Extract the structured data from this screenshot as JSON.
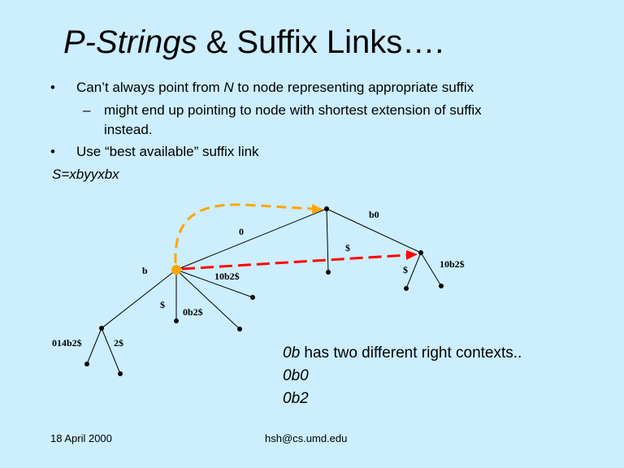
{
  "title": {
    "italic": "P-Strings",
    "rest": " & Suffix Links…."
  },
  "bullets": [
    {
      "bullet": "•",
      "pre": "Can’t always point from ",
      "italic": "N",
      "post": " to node representing appropriate suffix"
    },
    {
      "bullet": "–",
      "line1": "might end up pointing to node with shortest extension of suffix",
      "line2": "instead."
    },
    {
      "bullet": "•",
      "text": "Use “best available” suffix link"
    }
  ],
  "string": "S=xbyyxbx",
  "tree_labels": {
    "b": "b",
    "zero": "0",
    "b0": "b0",
    "dollar_mid": "$",
    "dollar_right": "$",
    "right_10b2": "10b2$",
    "mid_10b2": "10b2$",
    "dollar_left": "$",
    "zero_b2": "0b2$",
    "leaf_014b2": "014b2$",
    "leaf_2": "2$"
  },
  "note": {
    "italic": "0b",
    "rest": " has two different right contexts..",
    "line2": "0b0",
    "line3": "0b2"
  },
  "footer": {
    "date": "18 April 2000",
    "email": "hsh@cs.umd.edu"
  },
  "colors": {
    "background": "#cceeff",
    "orange": "#ffa500",
    "red": "#ff0000"
  }
}
